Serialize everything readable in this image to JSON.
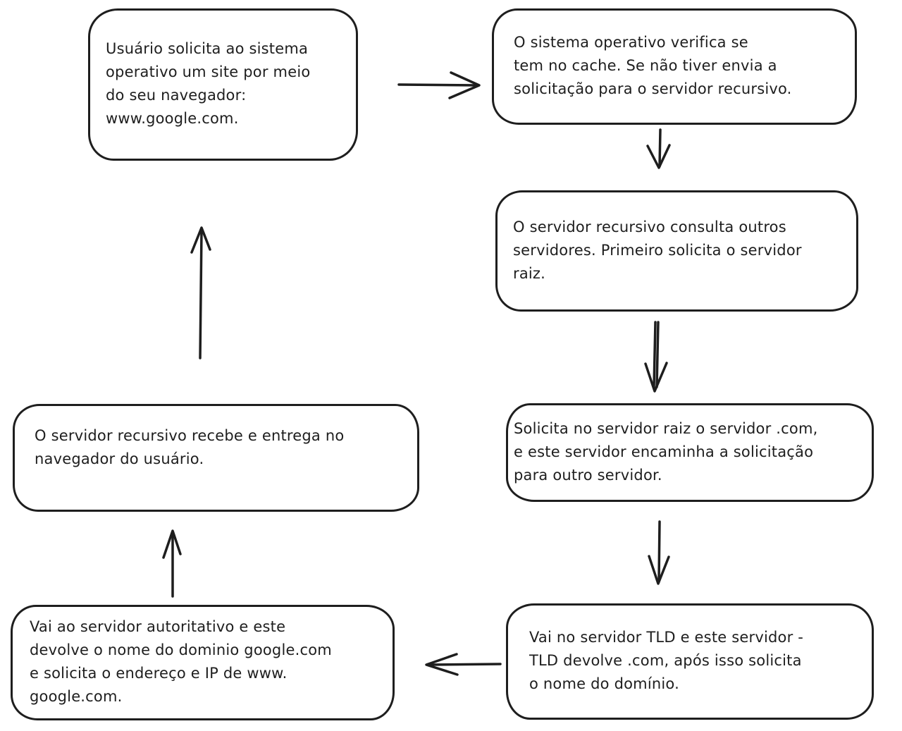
{
  "diagram": {
    "colors": {
      "stroke": "#1e1e1e",
      "background": "#ffffff"
    },
    "nodes": [
      {
        "id": "user-request",
        "text": "Usuário solicita ao sistema\noperativo um site por meio\ndo seu navegador:\nwww.google.com."
      },
      {
        "id": "os-cache-check",
        "text": "O sistema operativo verifica se\ntem no cache. Se não tiver envia a\nsolicitação para o servidor recursivo."
      },
      {
        "id": "recursive-consults",
        "text": "O servidor recursivo consulta outros\nservidores. Primeiro solicita o servidor\nraiz."
      },
      {
        "id": "root-request",
        "text": "Solicita no servidor raiz o servidor .com,\ne este servidor encaminha a solicitação\npara outro servidor."
      },
      {
        "id": "tld-server",
        "text": "Vai no servidor TLD e este servidor -\nTLD devolve .com, após isso solicita\no nome do domínio."
      },
      {
        "id": "authoritative-server",
        "text": "Vai ao servidor autoritativo e este\ndevolve o nome do dominio google.com\ne solicita o endereço e IP de www.\ngoogle.com."
      },
      {
        "id": "recursive-delivers",
        "text": "O servidor recursivo recebe e entrega no\nnavegador do usuário."
      }
    ],
    "edges": [
      {
        "from": "user-request",
        "to": "os-cache-check",
        "direction": "right"
      },
      {
        "from": "os-cache-check",
        "to": "recursive-consults",
        "direction": "down"
      },
      {
        "from": "recursive-consults",
        "to": "root-request",
        "direction": "down"
      },
      {
        "from": "root-request",
        "to": "tld-server",
        "direction": "down"
      },
      {
        "from": "tld-server",
        "to": "authoritative-server",
        "direction": "left"
      },
      {
        "from": "authoritative-server",
        "to": "recursive-delivers",
        "direction": "up"
      },
      {
        "from": "recursive-delivers",
        "to": "user-request",
        "direction": "up"
      }
    ]
  }
}
